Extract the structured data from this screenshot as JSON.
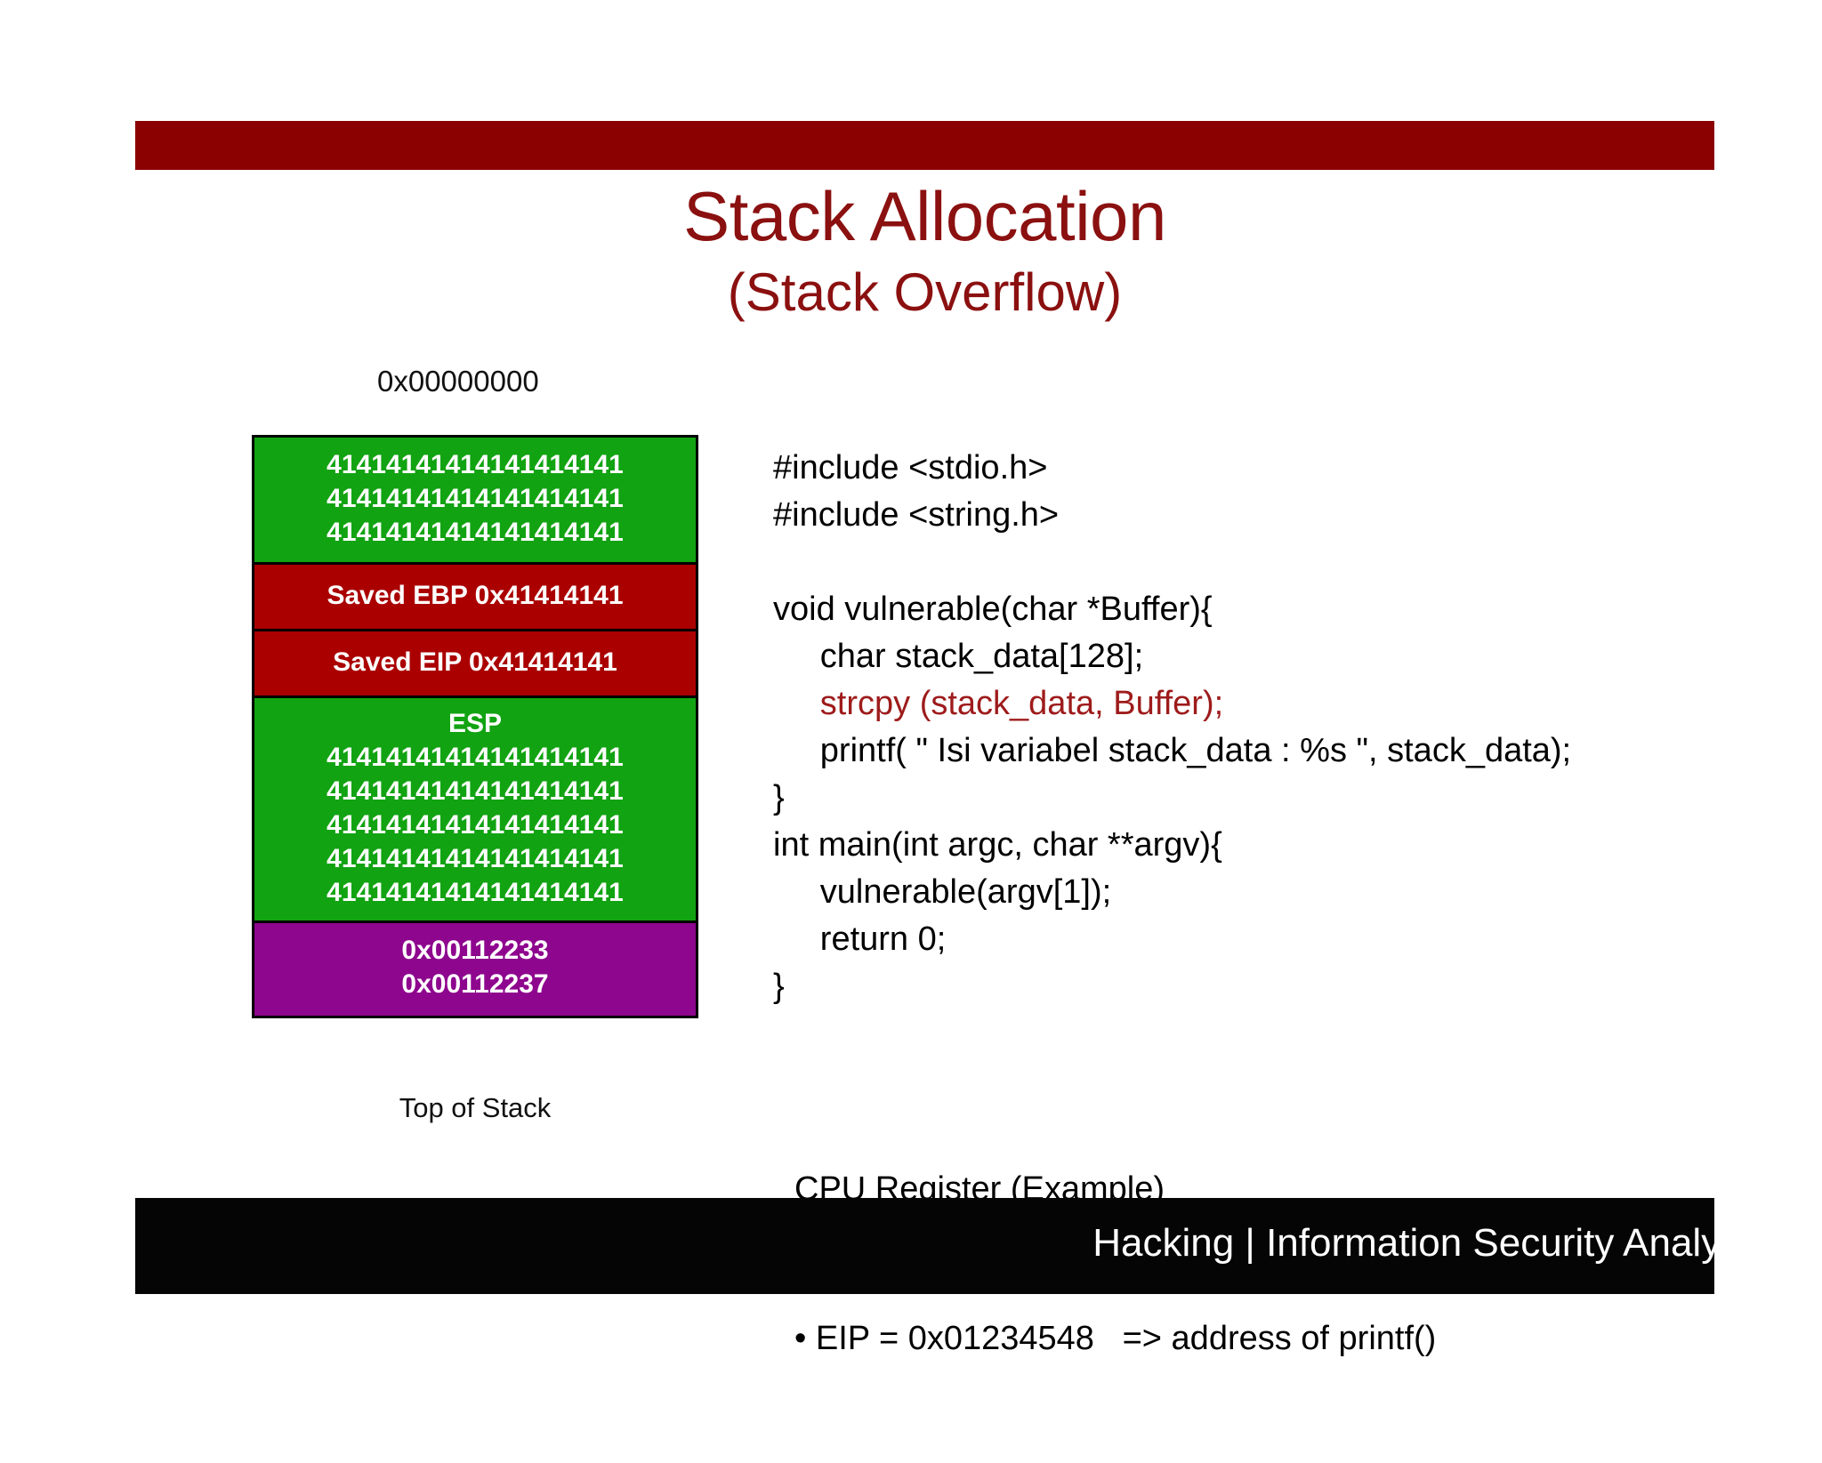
{
  "slide": {
    "title_main": "Stack Allocation",
    "title_sub": "(Stack Overflow)",
    "accent_color": "#8B0000",
    "title_color": "#8B1010"
  },
  "stack_diagram": {
    "top_address_label": "0x00000000",
    "bottom_caption": "Top of Stack",
    "colors": {
      "buffer_fill": "#12A312",
      "saved_register": "#AA0000",
      "top_of_stack": "#8E068E",
      "border": "#000000"
    },
    "cells": [
      {
        "kind": "buffer-fill",
        "color": "green",
        "lines": [
          "41414141414141414141",
          "41414141414141414141",
          "41414141414141414141"
        ]
      },
      {
        "kind": "saved-ebp",
        "color": "red",
        "lines": [
          "Saved EBP 0x41414141"
        ]
      },
      {
        "kind": "saved-eip",
        "color": "red",
        "lines": [
          "Saved EIP 0x41414141"
        ]
      },
      {
        "kind": "esp-region",
        "color": "green",
        "lines": [
          "ESP",
          "41414141414141414141",
          "41414141414141414141",
          "41414141414141414141",
          "41414141414141414141",
          "41414141414141414141"
        ]
      },
      {
        "kind": "stack-top-addresses",
        "color": "purple",
        "lines": [
          "0x00112233",
          "0x00112237"
        ]
      }
    ]
  },
  "code": {
    "lines": [
      {
        "text": "#include <stdio.h>",
        "highlight": false
      },
      {
        "text": "#include <string.h>",
        "highlight": false
      },
      {
        "text": "",
        "highlight": false
      },
      {
        "text": "void vulnerable(char *Buffer){",
        "highlight": false
      },
      {
        "text": "     char stack_data[128];",
        "highlight": false
      },
      {
        "text": "     strcpy (stack_data, Buffer);",
        "highlight": true
      },
      {
        "text": "     printf( \" Isi variabel stack_data : %s \", stack_data);",
        "highlight": false
      },
      {
        "text": "}",
        "highlight": false
      },
      {
        "text": "int main(int argc, char **argv){",
        "highlight": false
      },
      {
        "text": "     vulnerable(argv[1]);",
        "highlight": false
      },
      {
        "text": "     return 0;",
        "highlight": false
      },
      {
        "text": "}",
        "highlight": false
      }
    ],
    "highlight_color": "#9E1B1B"
  },
  "cpu_register": {
    "title": "CPU Register (Example)",
    "bullet": "• EIP = 0x01234548   => address of printf()"
  },
  "footer": {
    "text": "Hacking | Information Security Analysis",
    "background": "#050505"
  }
}
